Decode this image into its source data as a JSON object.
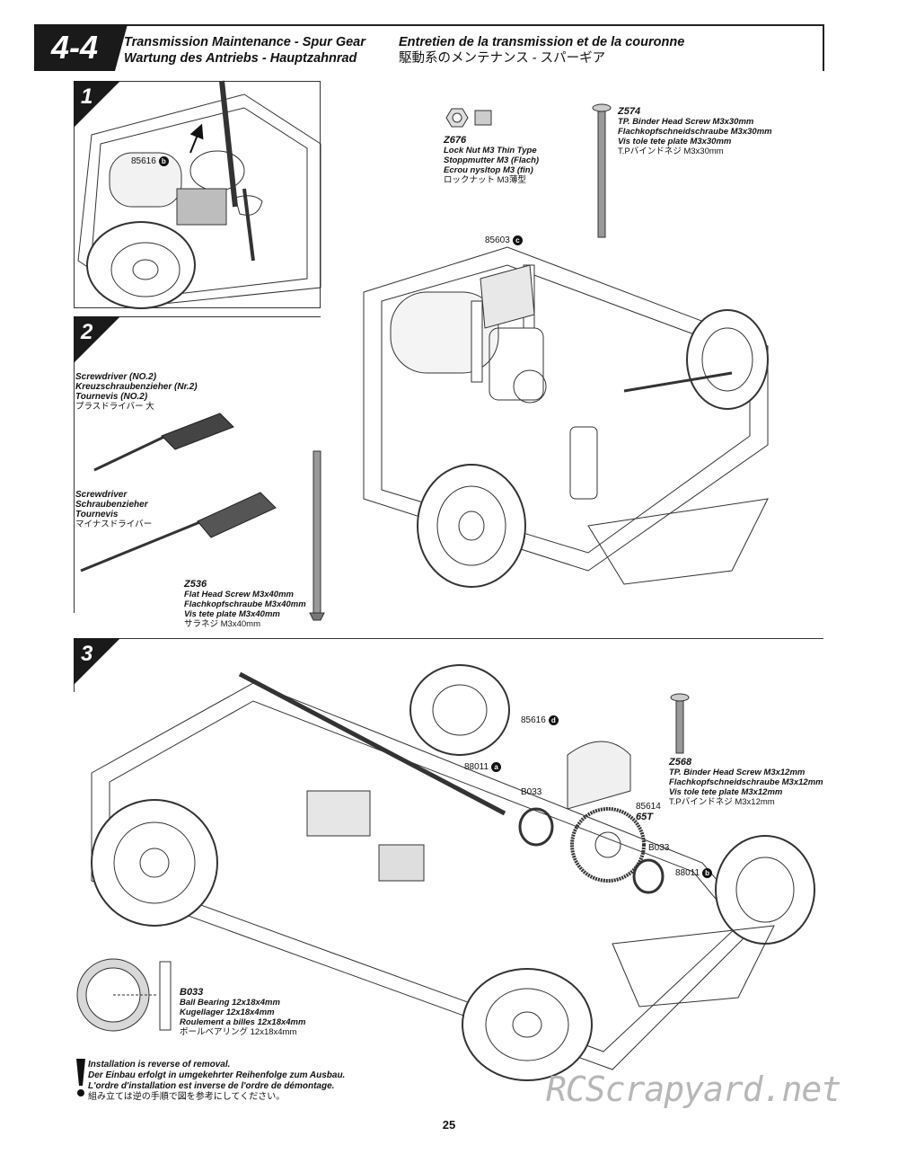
{
  "header": {
    "section": "4-4",
    "title_en": "Transmission Maintenance - Spur Gear",
    "title_de": "Wartung des Antriebs - Hauptzahnrad",
    "title_fr": "Entretien de la transmission et de la couronne",
    "title_jp": "駆動系のメンテナンス - スパーギア"
  },
  "steps": [
    "1",
    "2",
    "3"
  ],
  "step1": {
    "part_label": "85616",
    "part_badge": "b"
  },
  "step2": {
    "z676": {
      "code": "Z676",
      "l1": "Lock Nut M3 Thin Type",
      "l2": "Stoppmutter M3 (Flach)",
      "l3": "Ecrou nysltop M3 (fin)",
      "l4": "ロックナット M3薄型"
    },
    "z574": {
      "code": "Z574",
      "l1": "TP. Binder Head Screw M3x30mm",
      "l2": "Flachkopfschneidschraube M3x30mm",
      "l3": "Vis tole tete plate M3x30mm",
      "l4": "T.Pバインドネジ M3x30mm"
    },
    "bracket": {
      "label": "85603",
      "badge": "c"
    },
    "driver1": {
      "l1": "Screwdriver (NO.2)",
      "l2": "Kreuzschraubenzieher (Nr.2)",
      "l3": "Tournevis (NO.2)",
      "l4": "プラスドライバー 大"
    },
    "driver2": {
      "l1": "Screwdriver",
      "l2": "Schraubenzieher",
      "l3": "Tournevis",
      "l4": "マイナスドライバー"
    },
    "z536": {
      "code": "Z536",
      "l1": "Flat Head Screw M3x40mm",
      "l2": "Flachkopfschraube M3x40mm",
      "l3": "Vis tete plate M3x40mm",
      "l4": "サラネジ M3x40mm"
    }
  },
  "step3": {
    "cover": {
      "label": "85616",
      "badge": "d"
    },
    "shaft_a": {
      "label": "88011",
      "badge": "a"
    },
    "shaft_b": {
      "label": "88011",
      "badge": "b"
    },
    "bearing_top": "B033",
    "bearing_bot": "B033",
    "spur": {
      "label": "85614",
      "teeth": "65T"
    },
    "z568": {
      "code": "Z568",
      "l1": "TP. Binder Head Screw M3x12mm",
      "l2": "Flachkopfschneidschraube M3x12mm",
      "l3": "Vis tole tete plate M3x12mm",
      "l4": "T.Pバインドネジ M3x12mm"
    },
    "b033": {
      "code": "B033",
      "l1": "Ball Bearing 12x18x4mm",
      "l2": "Kugellager 12x18x4mm",
      "l3": "Roulement a billes 12x18x4mm",
      "l4": "ボールベアリング 12x18x4mm"
    }
  },
  "note": {
    "l1": "Installation is reverse of removal.",
    "l2": "Der Einbau erfolgt in umgekehrter Reihenfolge zum Ausbau.",
    "l3": "L'ordre d'installation est inverse de l'ordre de démontage.",
    "l4": "組み立ては逆の手順で図を参考にしてください。"
  },
  "page_number": "25",
  "watermark": "RCScrapyard.net"
}
